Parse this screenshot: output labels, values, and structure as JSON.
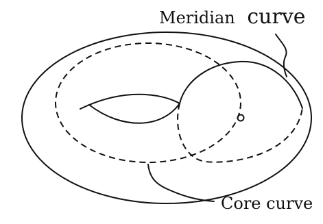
{
  "labels": {
    "meridian_label": "Meridian",
    "meridian_label_suffix": "curve",
    "core_label": "Core curve"
  }
}
